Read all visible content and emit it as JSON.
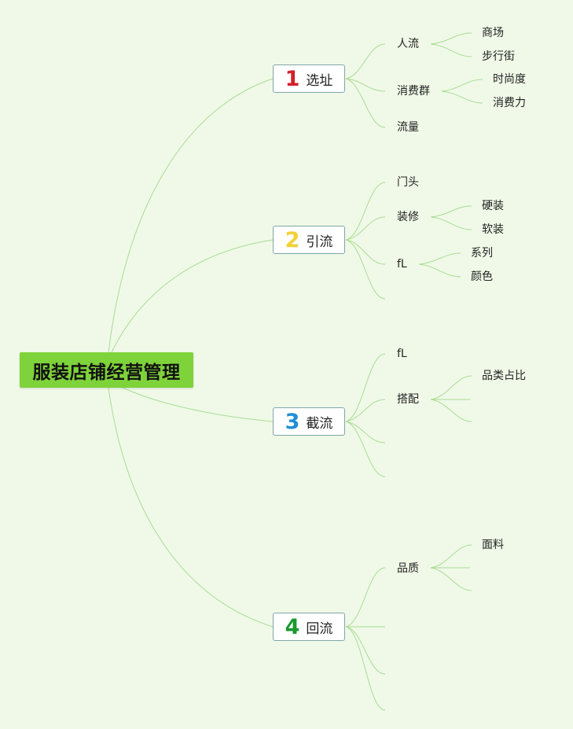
{
  "root": {
    "title": "服装店铺经营管理"
  },
  "branches": [
    {
      "num": "1",
      "num_color": "#d4202a",
      "label": "选址",
      "children": [
        {
          "label": "人流",
          "children": [
            {
              "label": "商场"
            },
            {
              "label": "步行街"
            }
          ]
        },
        {
          "label": "消费群",
          "children": [
            {
              "label": "时尚度"
            },
            {
              "label": "消费力"
            }
          ]
        },
        {
          "label": "流量"
        }
      ]
    },
    {
      "num": "2",
      "num_color": "#f2d035",
      "label": "引流",
      "children": [
        {
          "label": "门头"
        },
        {
          "label": "装修",
          "children": [
            {
              "label": "硬装"
            },
            {
              "label": "软装"
            }
          ]
        },
        {
          "label": "fL",
          "children": [
            {
              "label": "系列"
            },
            {
              "label": "颜色"
            }
          ]
        },
        {
          "label": ""
        }
      ]
    },
    {
      "num": "3",
      "num_color": "#1f8fd8",
      "label": "截流",
      "children": [
        {
          "label": "fL"
        },
        {
          "label": "搭配",
          "children": [
            {
              "label": "品类占比"
            },
            {
              "label": ""
            },
            {
              "label": ""
            }
          ]
        },
        {
          "label": ""
        },
        {
          "label": ""
        }
      ]
    },
    {
      "num": "4",
      "num_color": "#1a9a2e",
      "label": "回流",
      "children": [
        {
          "label": "品质",
          "children": [
            {
              "label": "面料"
            },
            {
              "label": ""
            },
            {
              "label": ""
            }
          ]
        },
        {
          "label": ""
        },
        {
          "label": ""
        },
        {
          "label": ""
        }
      ]
    }
  ],
  "colors": {
    "background": "#f0f9e8",
    "root_fill": "#7ed23a",
    "connector": "#a8dc92",
    "branch_border": "#7fa6a8"
  }
}
